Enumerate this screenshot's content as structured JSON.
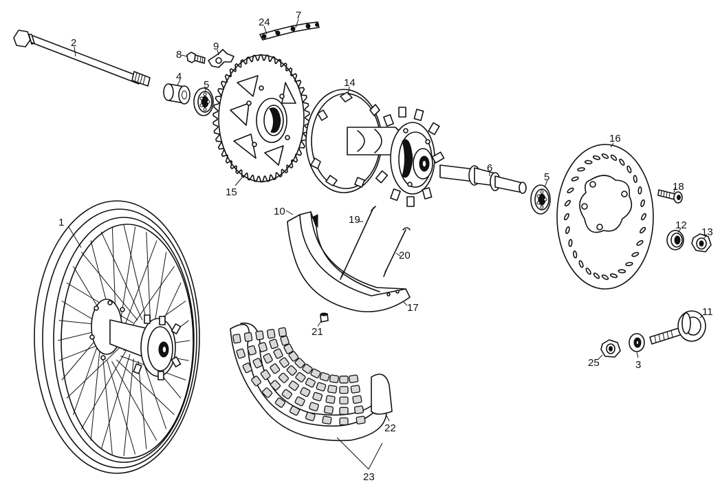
{
  "callouts": {
    "1": "1",
    "2": "2",
    "3": "3",
    "4": "4",
    "5a": "5",
    "5b": "5",
    "6": "6",
    "7": "7",
    "8": "8",
    "9": "9",
    "10": "10",
    "11": "11",
    "12": "12",
    "13": "13",
    "14": "14",
    "15": "15",
    "16": "16",
    "17": "17",
    "18": "18",
    "19": "19",
    "20": "20",
    "21": "21",
    "22": "22",
    "23": "23",
    "24": "24",
    "25": "25"
  }
}
